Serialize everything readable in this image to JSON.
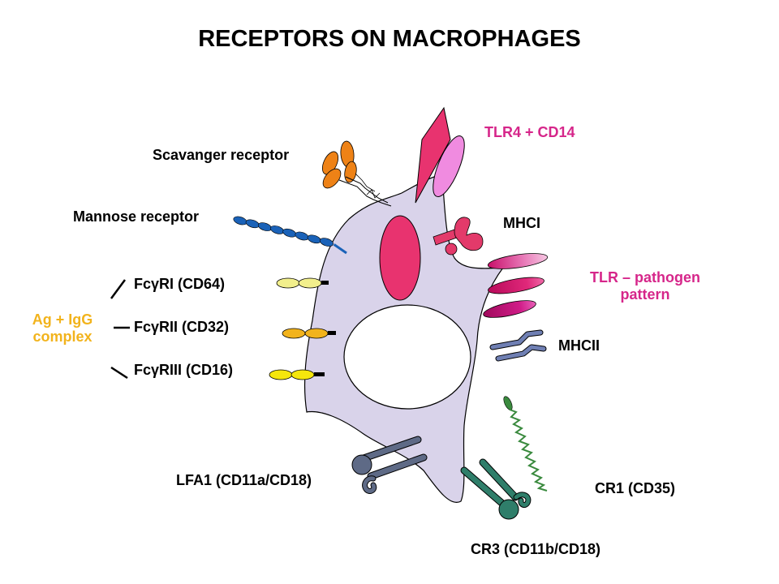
{
  "title": "RECEPTORS ON MACROPHAGES",
  "labels": {
    "scavenger": "Scavanger receptor",
    "mannose": "Mannose receptor",
    "tlr4": "TLR4 + CD14",
    "mhc1": "MHCI",
    "tlr_line1": "TLR – pathogen",
    "tlr_line2": "pattern",
    "mhc2": "MHCII",
    "fc1": "FcγRI (CD64)",
    "fc2": "FcγRII (CD32)",
    "fc3": "FcγRIII (CD16)",
    "ag_line1": "Ag + IgG",
    "ag_line2": "complex",
    "lfa1": "LFA1 (CD11a/CD18)",
    "cr1": "CR1 (CD35)",
    "cr3": "CR3 (CD11b/CD18)"
  },
  "colors": {
    "cell": "#d9d3ea",
    "nucleus": "#ffffff",
    "tlr4": "#e8336f",
    "cd14": "#f08be0",
    "mhc1": "#e33a6a",
    "tlr_pattern": "#c8106a",
    "mhc2": "#6f7fb3",
    "mannose": "#1a62b8",
    "scavenger": "#ee8216",
    "fc_yellow": "#f5e60c",
    "fc_pale": "#f2ef8c",
    "fc_orange": "#f2b31c",
    "lfa1": "#5e6a86",
    "cr3": "#2f7e6a",
    "cr1": "#3a8a3e",
    "label_pink": "#d6268a",
    "label_orange": "#f2b31c"
  }
}
